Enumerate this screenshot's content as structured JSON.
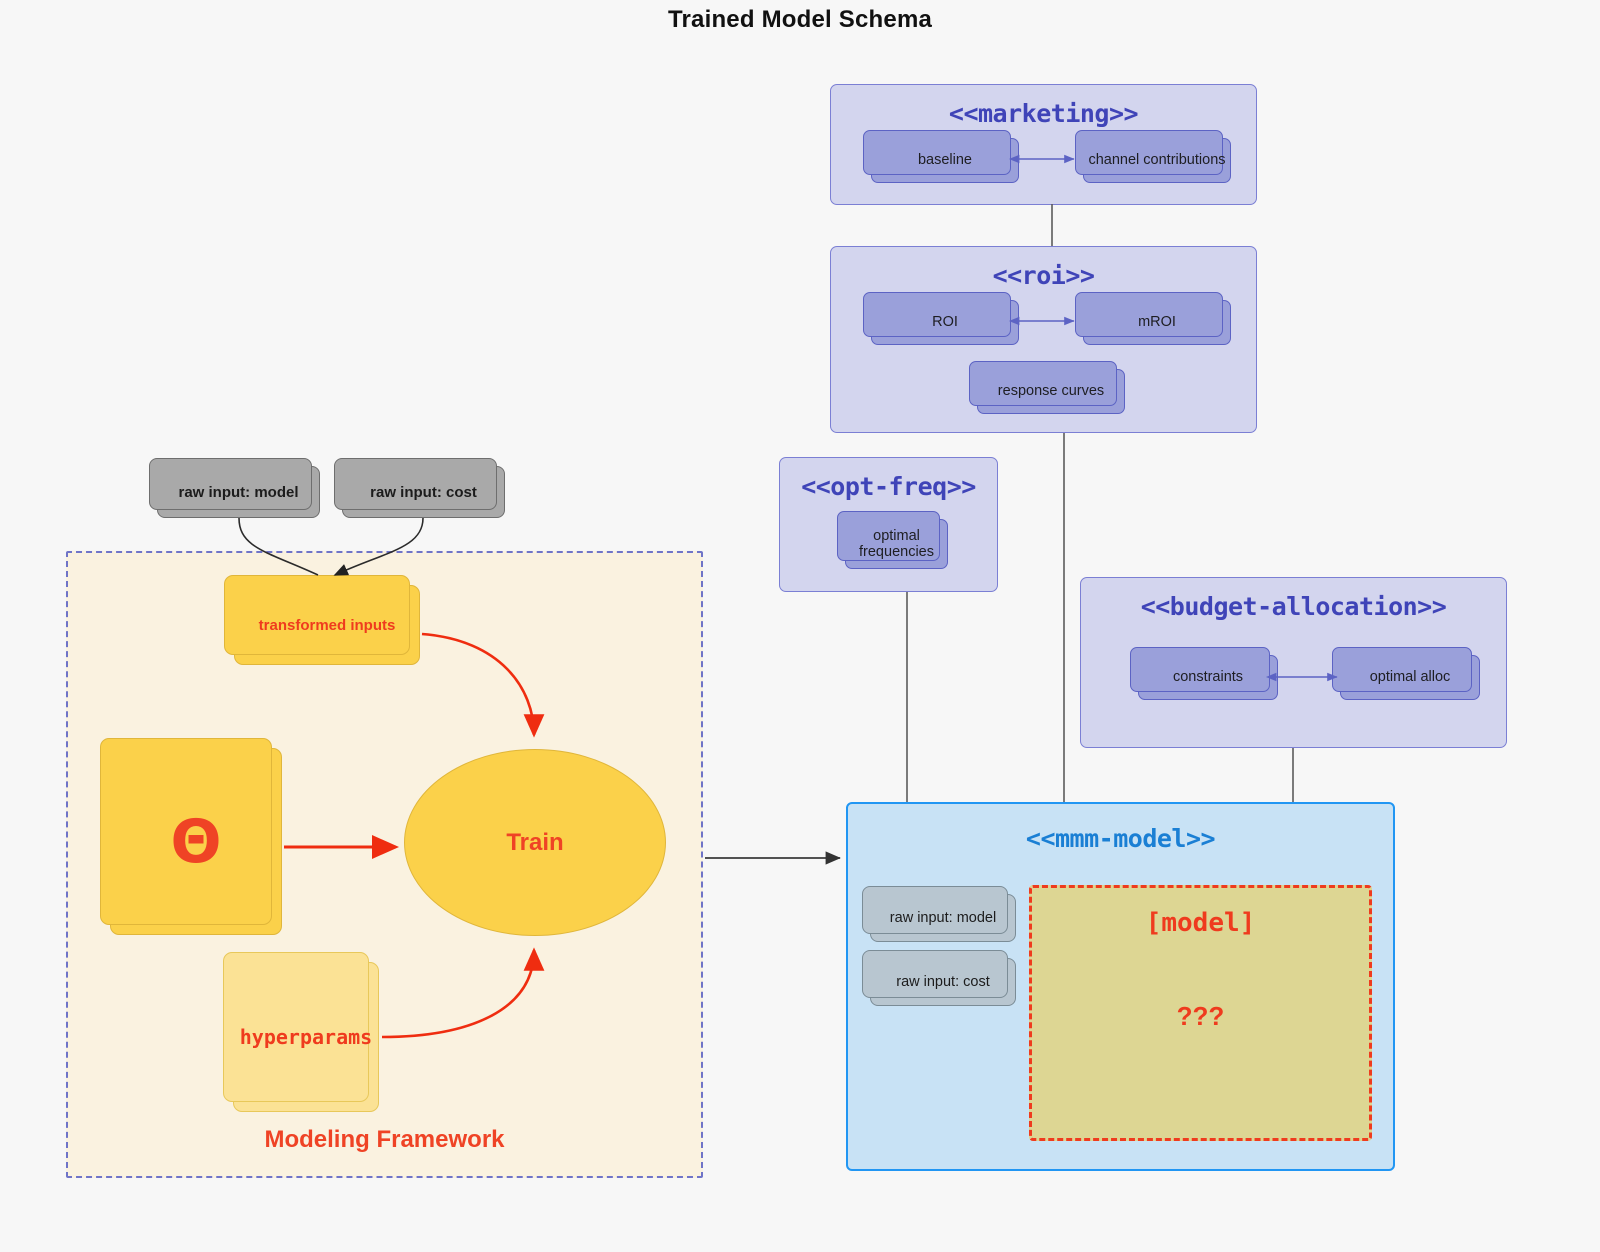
{
  "title": "Trained Model Schema",
  "packages": {
    "marketing": {
      "label": "<<marketing>>",
      "nodes": [
        {
          "label": "baseline"
        },
        {
          "label": "channel contributions"
        }
      ]
    },
    "roi": {
      "label": "<<roi>>",
      "nodes": [
        {
          "label": "ROI"
        },
        {
          "label": "mROI"
        },
        {
          "label": "response curves"
        }
      ]
    },
    "opt_freq": {
      "label": "<<opt-freq>>",
      "nodes": [
        {
          "label": "optimal frequencies"
        }
      ]
    },
    "budget_allocation": {
      "label": "<<budget-allocation>>",
      "nodes": [
        {
          "label": "constraints"
        },
        {
          "label": "optimal alloc"
        }
      ]
    },
    "mmm_model": {
      "label": "<<mmm-model>>",
      "nodes": [
        {
          "label": "raw input: model"
        },
        {
          "label": "raw input: cost"
        }
      ],
      "model_box": {
        "label": "[model]",
        "unknown": "???"
      }
    }
  },
  "framework": {
    "label": "Modeling Framework",
    "raw_inputs": [
      {
        "label": "raw input: model"
      },
      {
        "label": "raw input: cost"
      }
    ],
    "transformed_inputs": "transformed inputs",
    "theta": "Θ",
    "hyperparams": "hyperparams",
    "train": "Train"
  },
  "colors": {
    "background": "#f7f7f7",
    "package_fill": "#d3d5ee",
    "package_stroke": "#7b7fd4",
    "package_title": "#3f44b8",
    "node_fill": "#9aa0da",
    "node_stroke": "#5c63c4",
    "gray_fill": "#a9a9a9",
    "gray_stroke": "#6e6e6e",
    "mmm_fill": "#c8e2f5",
    "mmm_stroke": "#2196f3",
    "mmm_title": "#1a7fd4",
    "framework_fill": "#faf2e0",
    "framework_stroke": "#6f74c8",
    "yellow_fill": "#fbd14a",
    "yellow_light": "#fbe295",
    "yellow_stroke": "#e0b63a",
    "accent_red": "#ef3b1e",
    "model_box_fill": "#ddd693",
    "edge_gray": "#444444"
  }
}
